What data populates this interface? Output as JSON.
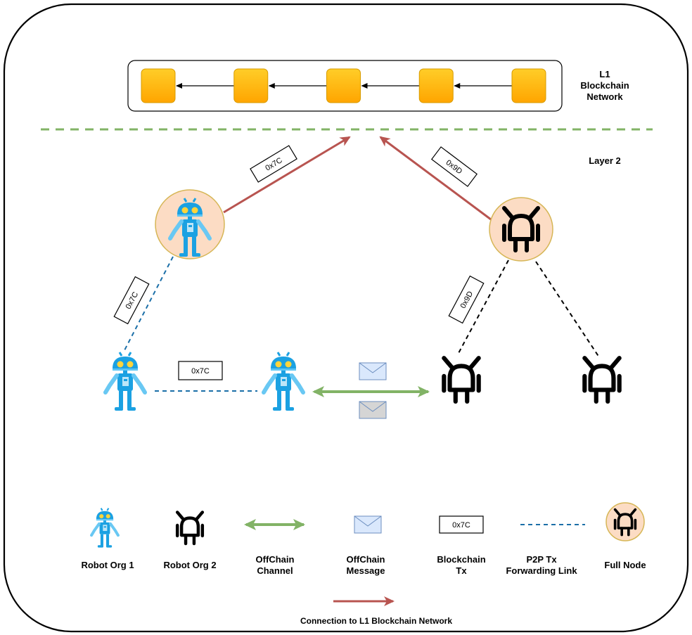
{
  "l1_network": {
    "label": "L1\nBlockchain\nNetwork",
    "block_count": 5,
    "block_color": "#FFB000"
  },
  "layer2": {
    "label": "Layer 2"
  },
  "transactions": {
    "tx_a": "0x7C",
    "tx_b": "0x9D"
  },
  "legend": {
    "robot_org1": "Robot Org 1",
    "robot_org2": "Robot Org 2",
    "offchain_channel": "OffChain\nChannel",
    "offchain_message": "OffChain\nMessage",
    "blockchain_tx": "Blockchain\nTx",
    "blockchain_tx_sample": "0x7C",
    "p2p_link": "P2P Tx\nForwarding Link",
    "full_node": "Full Node",
    "l1_connection": "Connection to L1 Blockchain Network"
  },
  "colors": {
    "l1_connection": "#B85450",
    "offchain_channel": "#82B366",
    "p2p_org1": "#1B6FA8",
    "p2p_org2": "#000000",
    "layer_divider": "#82B366",
    "full_node_fill": "#FCDCC4",
    "full_node_stroke": "#D6B656",
    "robot_org1": "#1BA1E2",
    "envelope_unread": "#DAE8FC",
    "envelope_read": "#D5D5D5"
  }
}
